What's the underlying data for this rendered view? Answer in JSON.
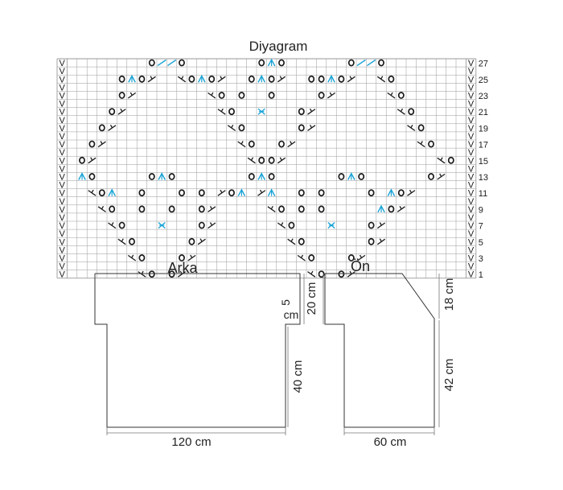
{
  "diagram": {
    "title": "Diyagram",
    "columns": 42,
    "row_count": 27,
    "row_labels": [
      "27",
      "25",
      "23",
      "21",
      "19",
      "17",
      "15",
      "13",
      "11",
      "9",
      "7",
      "5",
      "3",
      "1"
    ],
    "edge_symbol": "V",
    "colors": {
      "grid": "#9a9a9a",
      "symbol": "#1b1b1b",
      "accent": "#1aa3d6",
      "background": "#ffffff"
    },
    "rows": [
      {
        "label": "27",
        "cells": [
          [
            9,
            "o"
          ],
          [
            10,
            "up"
          ],
          [
            11,
            "up"
          ],
          [
            12,
            "o"
          ],
          [
            20,
            "o"
          ],
          [
            21,
            "dec"
          ],
          [
            22,
            "o"
          ],
          [
            29,
            "o"
          ],
          [
            30,
            "up"
          ],
          [
            31,
            "up"
          ],
          [
            32,
            "o"
          ]
        ]
      },
      {
        "label": "25",
        "cells": [
          [
            6,
            "o"
          ],
          [
            7,
            "dec"
          ],
          [
            8,
            "o"
          ],
          [
            9,
            "k"
          ],
          [
            12,
            "ks"
          ],
          [
            13,
            "o"
          ],
          [
            14,
            "dec"
          ],
          [
            15,
            "o"
          ],
          [
            16,
            "k"
          ],
          [
            19,
            "o"
          ],
          [
            20,
            "dec"
          ],
          [
            21,
            "o"
          ],
          [
            22,
            "k"
          ],
          [
            25,
            "o"
          ],
          [
            26,
            "o"
          ],
          [
            27,
            "dec"
          ],
          [
            28,
            "o"
          ],
          [
            29,
            "k"
          ],
          [
            32,
            "ks"
          ],
          [
            33,
            "o"
          ]
        ]
      },
      {
        "label": "23",
        "cells": [
          [
            6,
            "o"
          ],
          [
            7,
            "k"
          ],
          [
            15,
            "ks"
          ],
          [
            16,
            "o"
          ],
          [
            18,
            "o"
          ],
          [
            21,
            "o"
          ],
          [
            26,
            "o"
          ],
          [
            27,
            "k"
          ],
          [
            33,
            "ks"
          ],
          [
            34,
            "o"
          ]
        ]
      },
      {
        "label": "21",
        "cells": [
          [
            5,
            "o"
          ],
          [
            6,
            "k"
          ],
          [
            16,
            "ks"
          ],
          [
            17,
            "o"
          ],
          [
            20,
            "x"
          ],
          [
            24,
            "o"
          ],
          [
            25,
            "k"
          ],
          [
            34,
            "ks"
          ],
          [
            35,
            "o"
          ]
        ]
      },
      {
        "label": "19",
        "cells": [
          [
            4,
            "o"
          ],
          [
            5,
            "k"
          ],
          [
            17,
            "ks"
          ],
          [
            18,
            "o"
          ],
          [
            24,
            "o"
          ],
          [
            25,
            "k"
          ],
          [
            35,
            "ks"
          ],
          [
            36,
            "o"
          ]
        ]
      },
      {
        "label": "17",
        "cells": [
          [
            3,
            "o"
          ],
          [
            4,
            "k"
          ],
          [
            18,
            "ks"
          ],
          [
            19,
            "o"
          ],
          [
            22,
            "o"
          ],
          [
            23,
            "k"
          ],
          [
            36,
            "ks"
          ],
          [
            37,
            "o"
          ]
        ]
      },
      {
        "label": "15",
        "cells": [
          [
            2,
            "o"
          ],
          [
            3,
            "k"
          ],
          [
            19,
            "ks"
          ],
          [
            20,
            "o"
          ],
          [
            21,
            "o"
          ],
          [
            22,
            "k"
          ],
          [
            38,
            "ks"
          ],
          [
            39,
            "o"
          ]
        ]
      },
      {
        "label": "13",
        "cells": [
          [
            2,
            "dec"
          ],
          [
            3,
            "o"
          ],
          [
            9,
            "o"
          ],
          [
            10,
            "dec"
          ],
          [
            11,
            "o"
          ],
          [
            19,
            "o"
          ],
          [
            20,
            "dec"
          ],
          [
            21,
            "o"
          ],
          [
            28,
            "o"
          ],
          [
            29,
            "dec"
          ],
          [
            30,
            "o"
          ],
          [
            37,
            "o"
          ],
          [
            38,
            "k"
          ]
        ]
      },
      {
        "label": "11",
        "cells": [
          [
            3,
            "ks"
          ],
          [
            4,
            "o"
          ],
          [
            5,
            "dec"
          ],
          [
            8,
            "o"
          ],
          [
            12,
            "o"
          ],
          [
            14,
            "o"
          ],
          [
            16,
            "k"
          ],
          [
            17,
            "o"
          ],
          [
            18,
            "dec"
          ],
          [
            20,
            "k"
          ],
          [
            21,
            "dec"
          ],
          [
            24,
            "o"
          ],
          [
            26,
            "o"
          ],
          [
            31,
            "o"
          ],
          [
            33,
            "dec"
          ],
          [
            34,
            "o"
          ],
          [
            35,
            "k"
          ]
        ]
      },
      {
        "label": "9",
        "cells": [
          [
            4,
            "ks"
          ],
          [
            5,
            "o"
          ],
          [
            8,
            "o"
          ],
          [
            11,
            "o"
          ],
          [
            14,
            "o"
          ],
          [
            15,
            "k"
          ],
          [
            21,
            "ks"
          ],
          [
            22,
            "o"
          ],
          [
            24,
            "o"
          ],
          [
            26,
            "o"
          ],
          [
            32,
            "dec"
          ],
          [
            33,
            "o"
          ],
          [
            34,
            "k"
          ]
        ]
      },
      {
        "label": "7",
        "cells": [
          [
            5,
            "ks"
          ],
          [
            6,
            "o"
          ],
          [
            10,
            "x"
          ],
          [
            14,
            "o"
          ],
          [
            15,
            "k"
          ],
          [
            22,
            "ks"
          ],
          [
            23,
            "o"
          ],
          [
            27,
            "x"
          ],
          [
            31,
            "o"
          ],
          [
            32,
            "k"
          ]
        ]
      },
      {
        "label": "5",
        "cells": [
          [
            6,
            "ks"
          ],
          [
            7,
            "o"
          ],
          [
            13,
            "o"
          ],
          [
            14,
            "k"
          ],
          [
            23,
            "ks"
          ],
          [
            24,
            "o"
          ],
          [
            31,
            "o"
          ],
          [
            32,
            "k"
          ]
        ]
      },
      {
        "label": "3",
        "cells": [
          [
            7,
            "ks"
          ],
          [
            8,
            "o"
          ],
          [
            12,
            "o"
          ],
          [
            13,
            "k"
          ],
          [
            24,
            "ks"
          ],
          [
            25,
            "o"
          ],
          [
            29,
            "o"
          ],
          [
            30,
            "k"
          ]
        ]
      },
      {
        "label": "1",
        "cells": [
          [
            8,
            "ks"
          ],
          [
            9,
            "o"
          ],
          [
            11,
            "o"
          ],
          [
            12,
            "k"
          ],
          [
            25,
            "ks"
          ],
          [
            26,
            "o"
          ],
          [
            28,
            "o"
          ],
          [
            29,
            "k"
          ]
        ]
      }
    ]
  },
  "schematic": {
    "back": {
      "title": "Arka",
      "width": "120 cm",
      "height": "40 cm",
      "inset": "5",
      "inset_unit": "cm",
      "sleeve": "20 cm"
    },
    "front": {
      "title": "Ön",
      "width": "60 cm",
      "height": "42 cm",
      "upper": "18 cm"
    }
  }
}
